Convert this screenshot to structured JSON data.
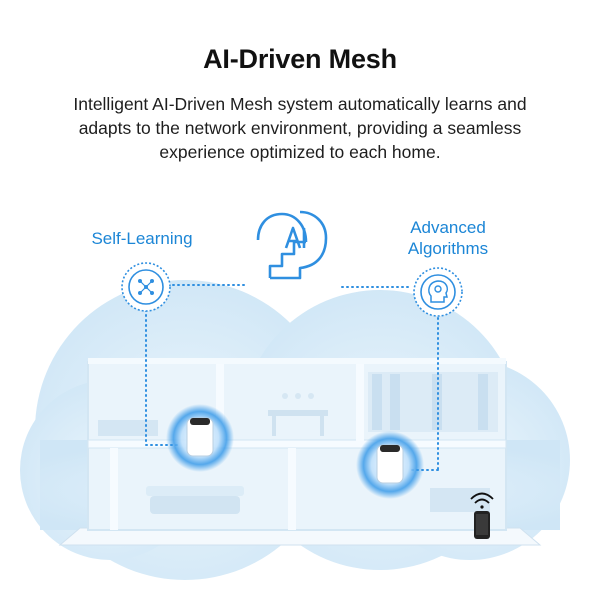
{
  "header": {
    "title": "AI-Driven Mesh",
    "subtitle_lines": [
      "Intelligent AI-Driven Mesh system automatically learns and",
      "adapts to the network environment, providing a seamless",
      "experience optimized to each home."
    ]
  },
  "features": {
    "self_learning": {
      "label": "Self-Learning",
      "icon": "brain-network-icon"
    },
    "advanced_algorithms": {
      "label_lines": [
        "Advanced",
        "Algorithms"
      ],
      "icon": "head-gear-icon"
    },
    "center_icon": "ai-head-icon"
  },
  "colors": {
    "accent": "#1c86d6",
    "cloud": "#d9ecf8",
    "house_wall": "#e6f2fa",
    "node_glow": "#2f8fe0"
  }
}
